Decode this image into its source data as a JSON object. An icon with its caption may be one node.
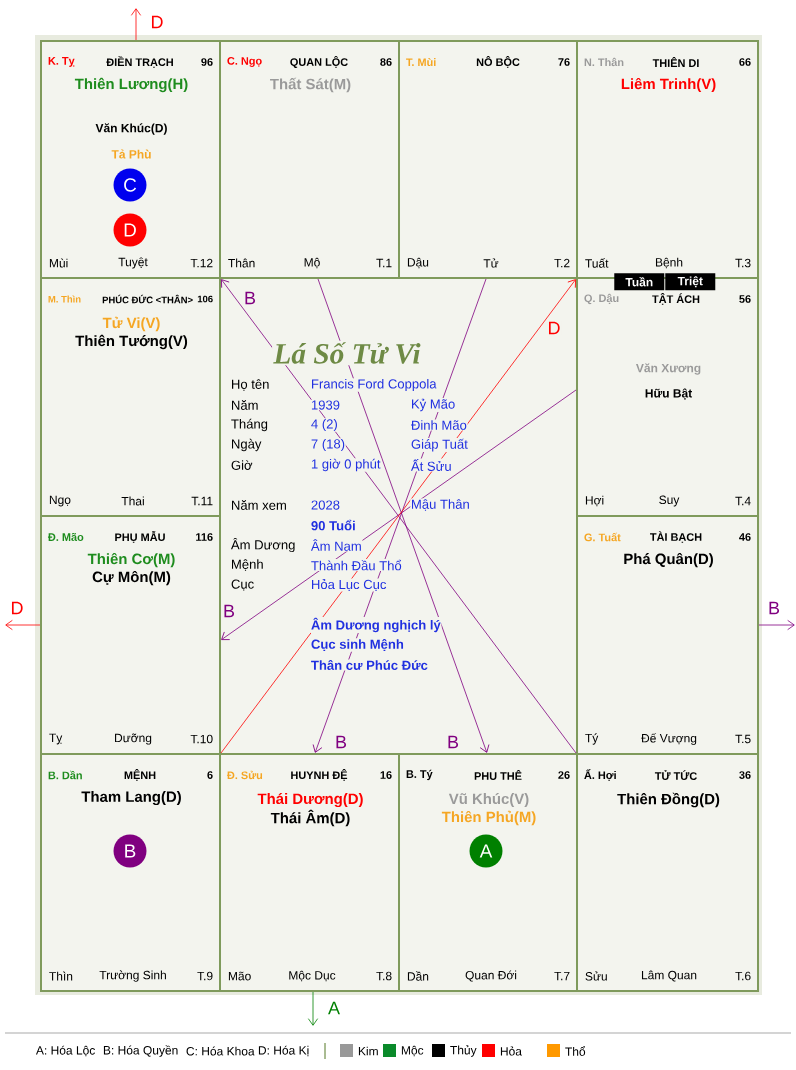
{
  "diagram": {
    "nodes": [
      {
        "text": [
          "K. Tỵ",
          "ĐIỀN TRẠCH",
          "96",
          "Thiên Lương(H)",
          "Văn Khúc(D)",
          "Tả Phù",
          "Mùi",
          "Tuyệt",
          "T.12"
        ]
      },
      {
        "text": [
          "C. Ngọ",
          "QUAN LỘC",
          "86",
          "Thất Sát(M)",
          "Thân",
          "Mộ",
          "T.1"
        ]
      },
      {
        "text": [
          "T. Mùi",
          "NÔ BỘC",
          "76",
          "Dậu",
          "Tử",
          "T.2"
        ]
      },
      {
        "text": [
          "N. Thân",
          "THIÊN DI",
          "66",
          "Liêm Trinh(V)",
          "Tuất",
          "Bệnh",
          "T.3"
        ]
      },
      {
        "text": [
          "M. Thìn",
          "PHÚC ĐỨC <THÂN>",
          "106",
          "Tử Vi(V)",
          "Thiên Tướng(V)",
          "Ngọ",
          "Thai",
          "T.11"
        ]
      },
      {
        "text": [
          "Q. Dậu",
          "TẬT ÁCH",
          "56",
          "Văn Xương",
          "Hữu Bật",
          "Hợi",
          "Suy",
          "T.4"
        ]
      },
      {
        "text": [
          "Đ. Mão",
          "PHỤ MẪU",
          "116",
          "Thiên Cơ(M)",
          "Cự Môn(M)",
          "Tỵ",
          "Dưỡng",
          "T.10"
        ]
      },
      {
        "text": [
          "G. Tuất",
          "TÀI BẠCH",
          "46",
          "Phá Quân(D)",
          "Tý",
          "Đế Vượng",
          "T.5"
        ]
      },
      {
        "text": [
          "B. Dần",
          "MỆNH",
          "6",
          "Tham Lang(D)",
          "Thìn",
          "Trường Sinh",
          "T.9"
        ]
      },
      {
        "text": [
          "Đ. Sửu",
          "HUYNH ĐỆ",
          "16",
          "Thái Dương(D)",
          "Thái Âm(D)",
          "Mão",
          "Mộc Dục",
          "T.8"
        ]
      },
      {
        "text": [
          "B. Tý",
          "PHU THÊ",
          "26",
          "Vũ Khúc(V)",
          "Thiên Phủ(M)",
          "Dần",
          "Quan Đới",
          "T.7"
        ]
      },
      {
        "text": [
          "Ấ. Hợi",
          "TỬ TỨC",
          "36",
          "Thiên Đồng(D)",
          "Sửu",
          "Lâm Quan",
          "T.6"
        ]
      },
      {
        "text": [
          "C"
        ],
        "in": 0
      },
      {
        "text": [
          "D"
        ],
        "in": 0
      },
      {
        "text": [
          "B"
        ],
        "in": 8
      },
      {
        "text": [
          "A"
        ],
        "in": 10
      },
      {
        "text": [
          "Tuần"
        ]
      },
      {
        "text": [
          "Triệt"
        ]
      }
    ],
    "edges": [
      {
        "from": 1,
        "to": 10,
        "arrow": "to",
        "label": "B"
      },
      {
        "from": 2,
        "to": 9,
        "arrow": "to",
        "label": "B"
      },
      {
        "from": 5,
        "to": 6,
        "arrow": "to",
        "label": "B"
      },
      {
        "from": 11,
        "to": 0,
        "arrow": "to",
        "label": "B"
      },
      {
        "from": 8,
        "to": 3,
        "arrow": "to",
        "label": "D",
        "color": "#ff0000"
      },
      {
        "from": 0,
        "to": null,
        "arrow": "to",
        "label": "D",
        "color": "#ff0000"
      },
      {
        "from": 6,
        "to": null,
        "arrow": "to",
        "label": "D",
        "color": "#ff0000"
      },
      {
        "from": 7,
        "to": null,
        "arrow": "to",
        "label": "B"
      },
      {
        "from": 9,
        "to": null,
        "arrow": "to",
        "label": "A",
        "color": "#008000"
      }
    ],
    "labels": [
      "Lá Số Tử Vi",
      "Họ tên",
      "Francis Ford Coppola",
      "Năm",
      "1939",
      "Kỷ Mão",
      "Tháng",
      "4 (2)",
      "Đinh Mão",
      "Ngày",
      "7 (18)",
      "Giáp Tuất",
      "Giờ",
      "1 giờ 0 phút",
      "Ất Sửu",
      "Năm xem",
      "2028",
      "Mậu Thân",
      "90 Tuổi",
      "Âm Dương",
      "Âm Nam",
      "Mệnh",
      "Thành Đầu Thổ",
      "Cục",
      "Hỏa Lục Cục",
      "Âm Dương nghịch lý",
      "Cục sinh Mệnh",
      "Thân cư Phúc Đức",
      "A: Hóa Lộc",
      "B: Hóa Quyền",
      "C: Hóa Khoa",
      "D: Hóa Kị"
    ],
    "legend": [
      {
        "text": "Kim",
        "color": "#999999"
      },
      {
        "text": "Mộc",
        "color": "#0a8a2a"
      },
      {
        "text": "Thủy",
        "color": "#000000"
      },
      {
        "text": "Hỏa",
        "color": "#ff0000"
      },
      {
        "text": "Thổ",
        "color": "#ff9900"
      }
    ]
  }
}
